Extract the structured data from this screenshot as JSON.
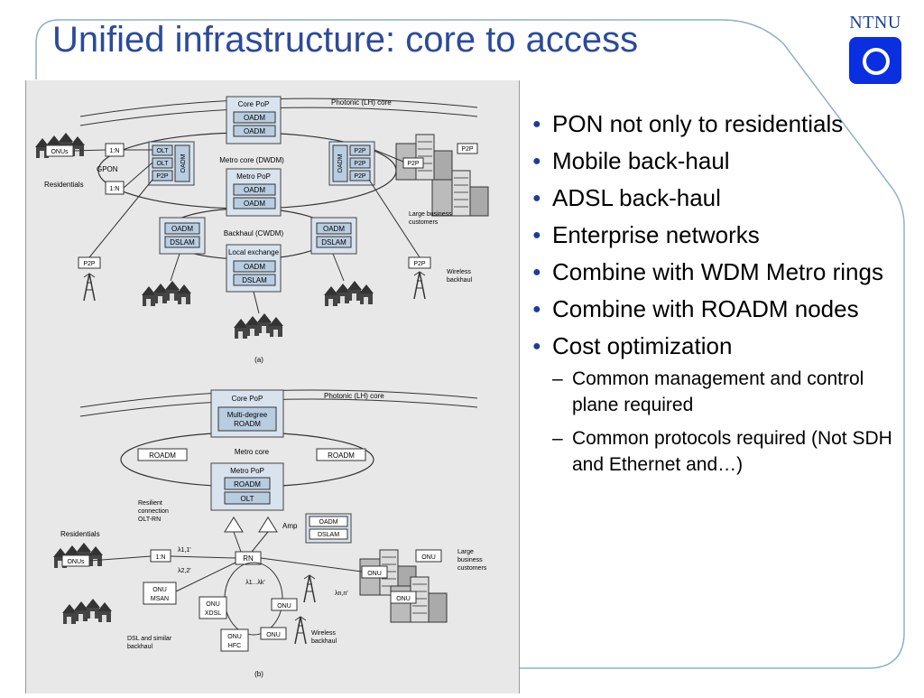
{
  "slide": {
    "title": "Unified infrastructure: core to access",
    "logo_text": "NTNU"
  },
  "bullets": [
    {
      "text": "PON not only to residentials"
    },
    {
      "text": "Mobile back-haul"
    },
    {
      "text": "ADSL back-haul"
    },
    {
      "text": "Enterprise networks"
    },
    {
      "text": "Combine with WDM Metro rings"
    },
    {
      "text": "Combine with ROADM nodes"
    },
    {
      "text": "Cost optimization",
      "subs": [
        {
          "text": "Common management and control plane required"
        },
        {
          "text": "Common protocols required (Not SDH and Ethernet and…)"
        }
      ]
    }
  ],
  "figure_a": {
    "caption": "(a)",
    "core_pop": "Core PoP",
    "photonic": "Photonic (LH) core",
    "oadm": "OADM",
    "metro_core": "Metro core (DWDM)",
    "metro_pop": "Metro PoP",
    "backhaul": "Backhaul (CWDM)",
    "local_exchange": "Local exchange",
    "dslam": "DSLAM",
    "olt": "OLT",
    "p2p": "P2P",
    "split": "1:N",
    "onus": "ONUs",
    "gpon": "GPON",
    "residentials": "Residentials",
    "large_business_1": "Large business",
    "large_business_2": "customers",
    "wireless_1": "Wireless",
    "wireless_2": "backhaul"
  },
  "figure_b": {
    "caption": "(b)",
    "core_pop": "Core PoP",
    "photonic": "Photonic (LH) core",
    "multi_degree_1": "Multi-degree",
    "multi_degree_2": "ROADM",
    "roadm": "ROADM",
    "metro_core": "Metro core",
    "metro_pop": "Metro PoP",
    "olt": "OLT",
    "resilient_1": "Resilient",
    "resilient_2": "connection",
    "resilient_3": "OLT-RN",
    "amp": "Amp",
    "oadm": "OADM",
    "dslam": "DSLAM",
    "residentials": "Residentials",
    "split": "1:N",
    "onus": "ONUs",
    "lambda_11": "λ1,1'",
    "lambda_22": "λ2,2'",
    "rn": "RN",
    "lambda_range": "λ1...λk'",
    "lambda_nn": "λn,n'",
    "onu": "ONU",
    "onu_msan_1": "ONU",
    "onu_msan_2": "MSAN",
    "onu_xdsl_1": "ONU",
    "onu_xdsl_2": "XDSL",
    "onu_hfc_1": "ONU",
    "onu_hfc_2": "HFC",
    "dsl_1": "DSL and similar",
    "dsl_2": "backhaul",
    "wireless_1": "Wireless",
    "wireless_2": "backhaul",
    "large_1": "Large",
    "large_2": "business",
    "large_3": "customers"
  }
}
